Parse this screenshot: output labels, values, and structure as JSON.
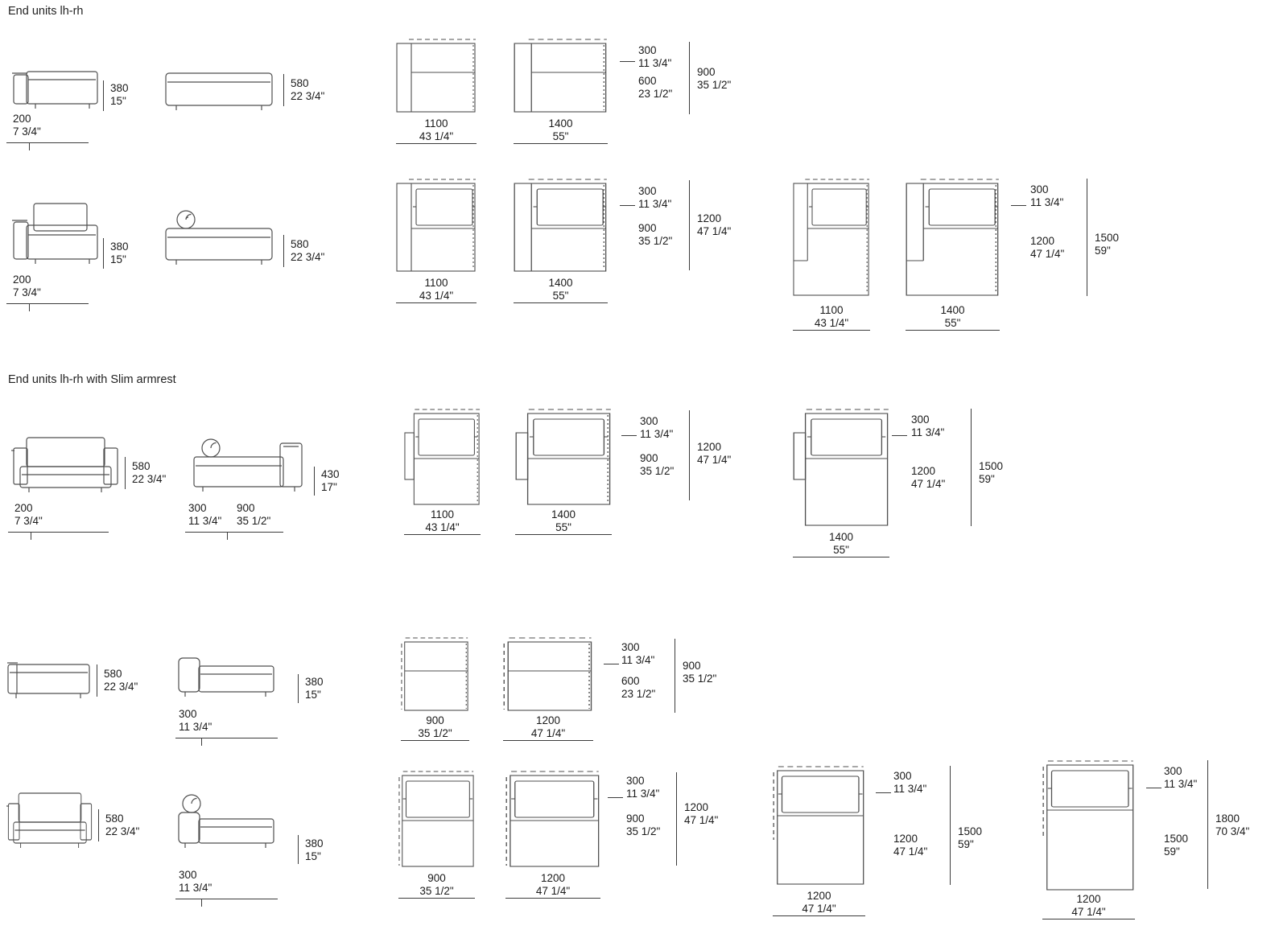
{
  "colors": {
    "background": "#ffffff",
    "line": "#4f4f4f",
    "text": "#1a1a1a"
  },
  "sections": {
    "s1": {
      "title": "End units lh-rh"
    },
    "s2": {
      "title": "End units lh-rh with Slim armrest"
    }
  },
  "fig": {
    "r1a": {
      "h": [
        "380",
        "15\""
      ],
      "b": [
        "200",
        "7 3/4\""
      ]
    },
    "r1b": {
      "h": [
        "580",
        "22 3/4\""
      ]
    },
    "r1c": {
      "w": [
        "1100",
        "43 1/4\""
      ]
    },
    "r1d": {
      "w": [
        "1400",
        "55\""
      ]
    },
    "r1s": {
      "t": [
        "300",
        "11 3/4\""
      ],
      "m": [
        "600",
        "23 1/2\""
      ],
      "o": [
        "900",
        "35 1/2\""
      ]
    },
    "r2a": {
      "h": [
        "380",
        "15\""
      ],
      "b": [
        "200",
        "7 3/4\""
      ]
    },
    "r2b": {
      "h": [
        "580",
        "22 3/4\""
      ]
    },
    "r2c": {
      "w": [
        "1100",
        "43 1/4\""
      ]
    },
    "r2d": {
      "w": [
        "1400",
        "55\""
      ]
    },
    "r2s": {
      "t": [
        "300",
        "11 3/4\""
      ],
      "m": [
        "900",
        "35 1/2\""
      ],
      "o": [
        "1200",
        "47 1/4\""
      ]
    },
    "r2e": {
      "w": [
        "1100",
        "43 1/4\""
      ]
    },
    "r2f": {
      "w": [
        "1400",
        "55\""
      ]
    },
    "r2t": {
      "t": [
        "300",
        "11 3/4\""
      ],
      "m": [
        "1200",
        "47 1/4\""
      ],
      "o": [
        "1500",
        "59\""
      ]
    },
    "r3a": {
      "h": [
        "580",
        "22 3/4\""
      ],
      "b": [
        "200",
        "7 3/4\""
      ]
    },
    "r3b": {
      "h": [
        "430",
        "17\""
      ],
      "b1": [
        "300",
        "11 3/4\""
      ],
      "b2": [
        "900",
        "35 1/2\""
      ]
    },
    "r3c": {
      "w": [
        "1100",
        "43 1/4\""
      ]
    },
    "r3d": {
      "w": [
        "1400",
        "55\""
      ]
    },
    "r3s": {
      "t": [
        "300",
        "11 3/4\""
      ],
      "m": [
        "900",
        "35 1/2\""
      ],
      "o": [
        "1200",
        "47 1/4\""
      ]
    },
    "r3e": {
      "w": [
        "1400",
        "55\""
      ]
    },
    "r3t": {
      "t": [
        "300",
        "11 3/4\""
      ],
      "m": [
        "1200",
        "47 1/4\""
      ],
      "o": [
        "1500",
        "59\""
      ]
    },
    "r4a": {
      "h": [
        "580",
        "22 3/4\""
      ]
    },
    "r4b": {
      "h": [
        "380",
        "15\""
      ],
      "b": [
        "300",
        "11 3/4\""
      ]
    },
    "r4c": {
      "w": [
        "900",
        "35 1/2\""
      ]
    },
    "r4d": {
      "w": [
        "1200",
        "47 1/4\""
      ]
    },
    "r4s": {
      "t": [
        "300",
        "11 3/4\""
      ],
      "m": [
        "600",
        "23 1/2\""
      ],
      "o": [
        "900",
        "35 1/2\""
      ]
    },
    "r5a": {
      "h": [
        "580",
        "22 3/4\""
      ]
    },
    "r5b": {
      "h": [
        "380",
        "15\""
      ],
      "b": [
        "300",
        "11 3/4\""
      ]
    },
    "r5c": {
      "w": [
        "900",
        "35 1/2\""
      ]
    },
    "r5d": {
      "w": [
        "1200",
        "47 1/4\""
      ]
    },
    "r5s": {
      "t": [
        "300",
        "11 3/4\""
      ],
      "m": [
        "900",
        "35 1/2\""
      ],
      "o": [
        "1200",
        "47 1/4\""
      ]
    },
    "r5e": {
      "w": [
        "1200",
        "47 1/4\""
      ]
    },
    "r5t": {
      "t": [
        "300",
        "11 3/4\""
      ],
      "m": [
        "1200",
        "47 1/4\""
      ],
      "o": [
        "1500",
        "59\""
      ]
    },
    "r5f": {
      "w": [
        "1200",
        "47 1/4\""
      ]
    },
    "r5u": {
      "t": [
        "300",
        "11 3/4\""
      ],
      "m": [
        "1500",
        "59\""
      ],
      "o": [
        "1800",
        "70 3/4\""
      ]
    }
  }
}
